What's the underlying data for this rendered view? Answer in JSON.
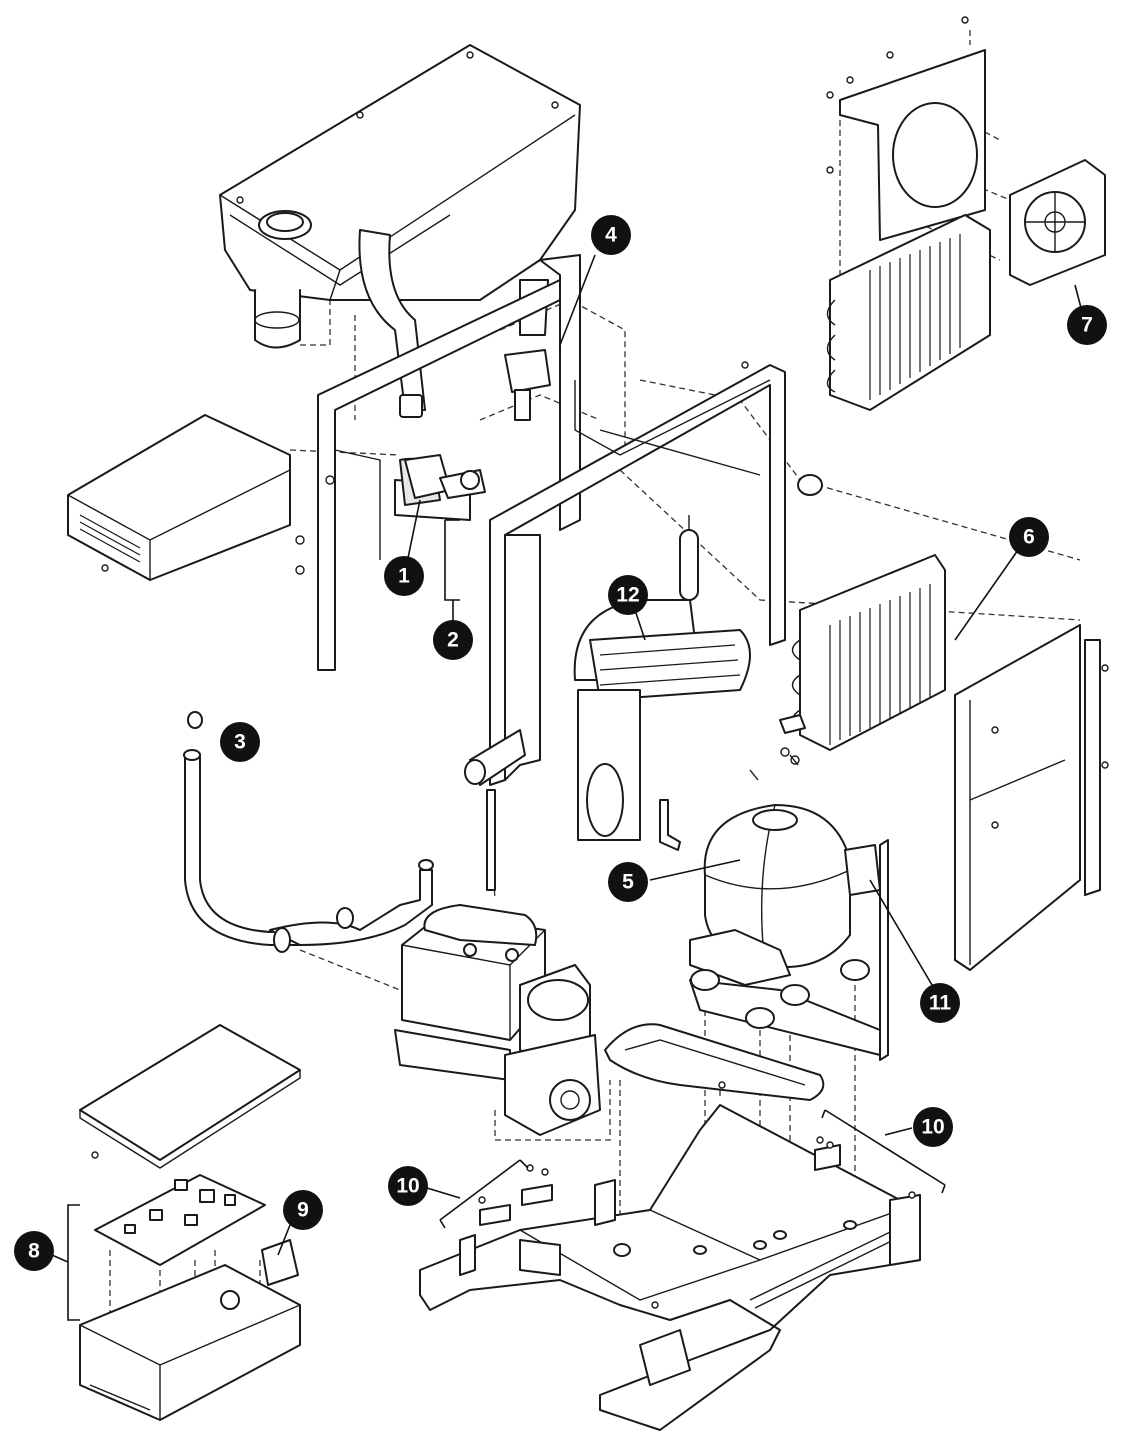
{
  "colors": {
    "line": "#1a1a1a",
    "callout_fill": "#111111",
    "callout_text": "#ffffff",
    "background": "#ffffff"
  },
  "callouts": [
    {
      "id": "callout-1",
      "number": "1"
    },
    {
      "id": "callout-2",
      "number": "2"
    },
    {
      "id": "callout-3",
      "number": "3"
    },
    {
      "id": "callout-4",
      "number": "4"
    },
    {
      "id": "callout-5",
      "number": "5"
    },
    {
      "id": "callout-6",
      "number": "6"
    },
    {
      "id": "callout-7",
      "number": "7"
    },
    {
      "id": "callout-8",
      "number": "8"
    },
    {
      "id": "callout-9",
      "number": "9"
    },
    {
      "id": "callout-10a",
      "number": "10"
    },
    {
      "id": "callout-10b",
      "number": "10"
    },
    {
      "id": "callout-11",
      "number": "11"
    },
    {
      "id": "callout-12",
      "number": "12"
    }
  ]
}
